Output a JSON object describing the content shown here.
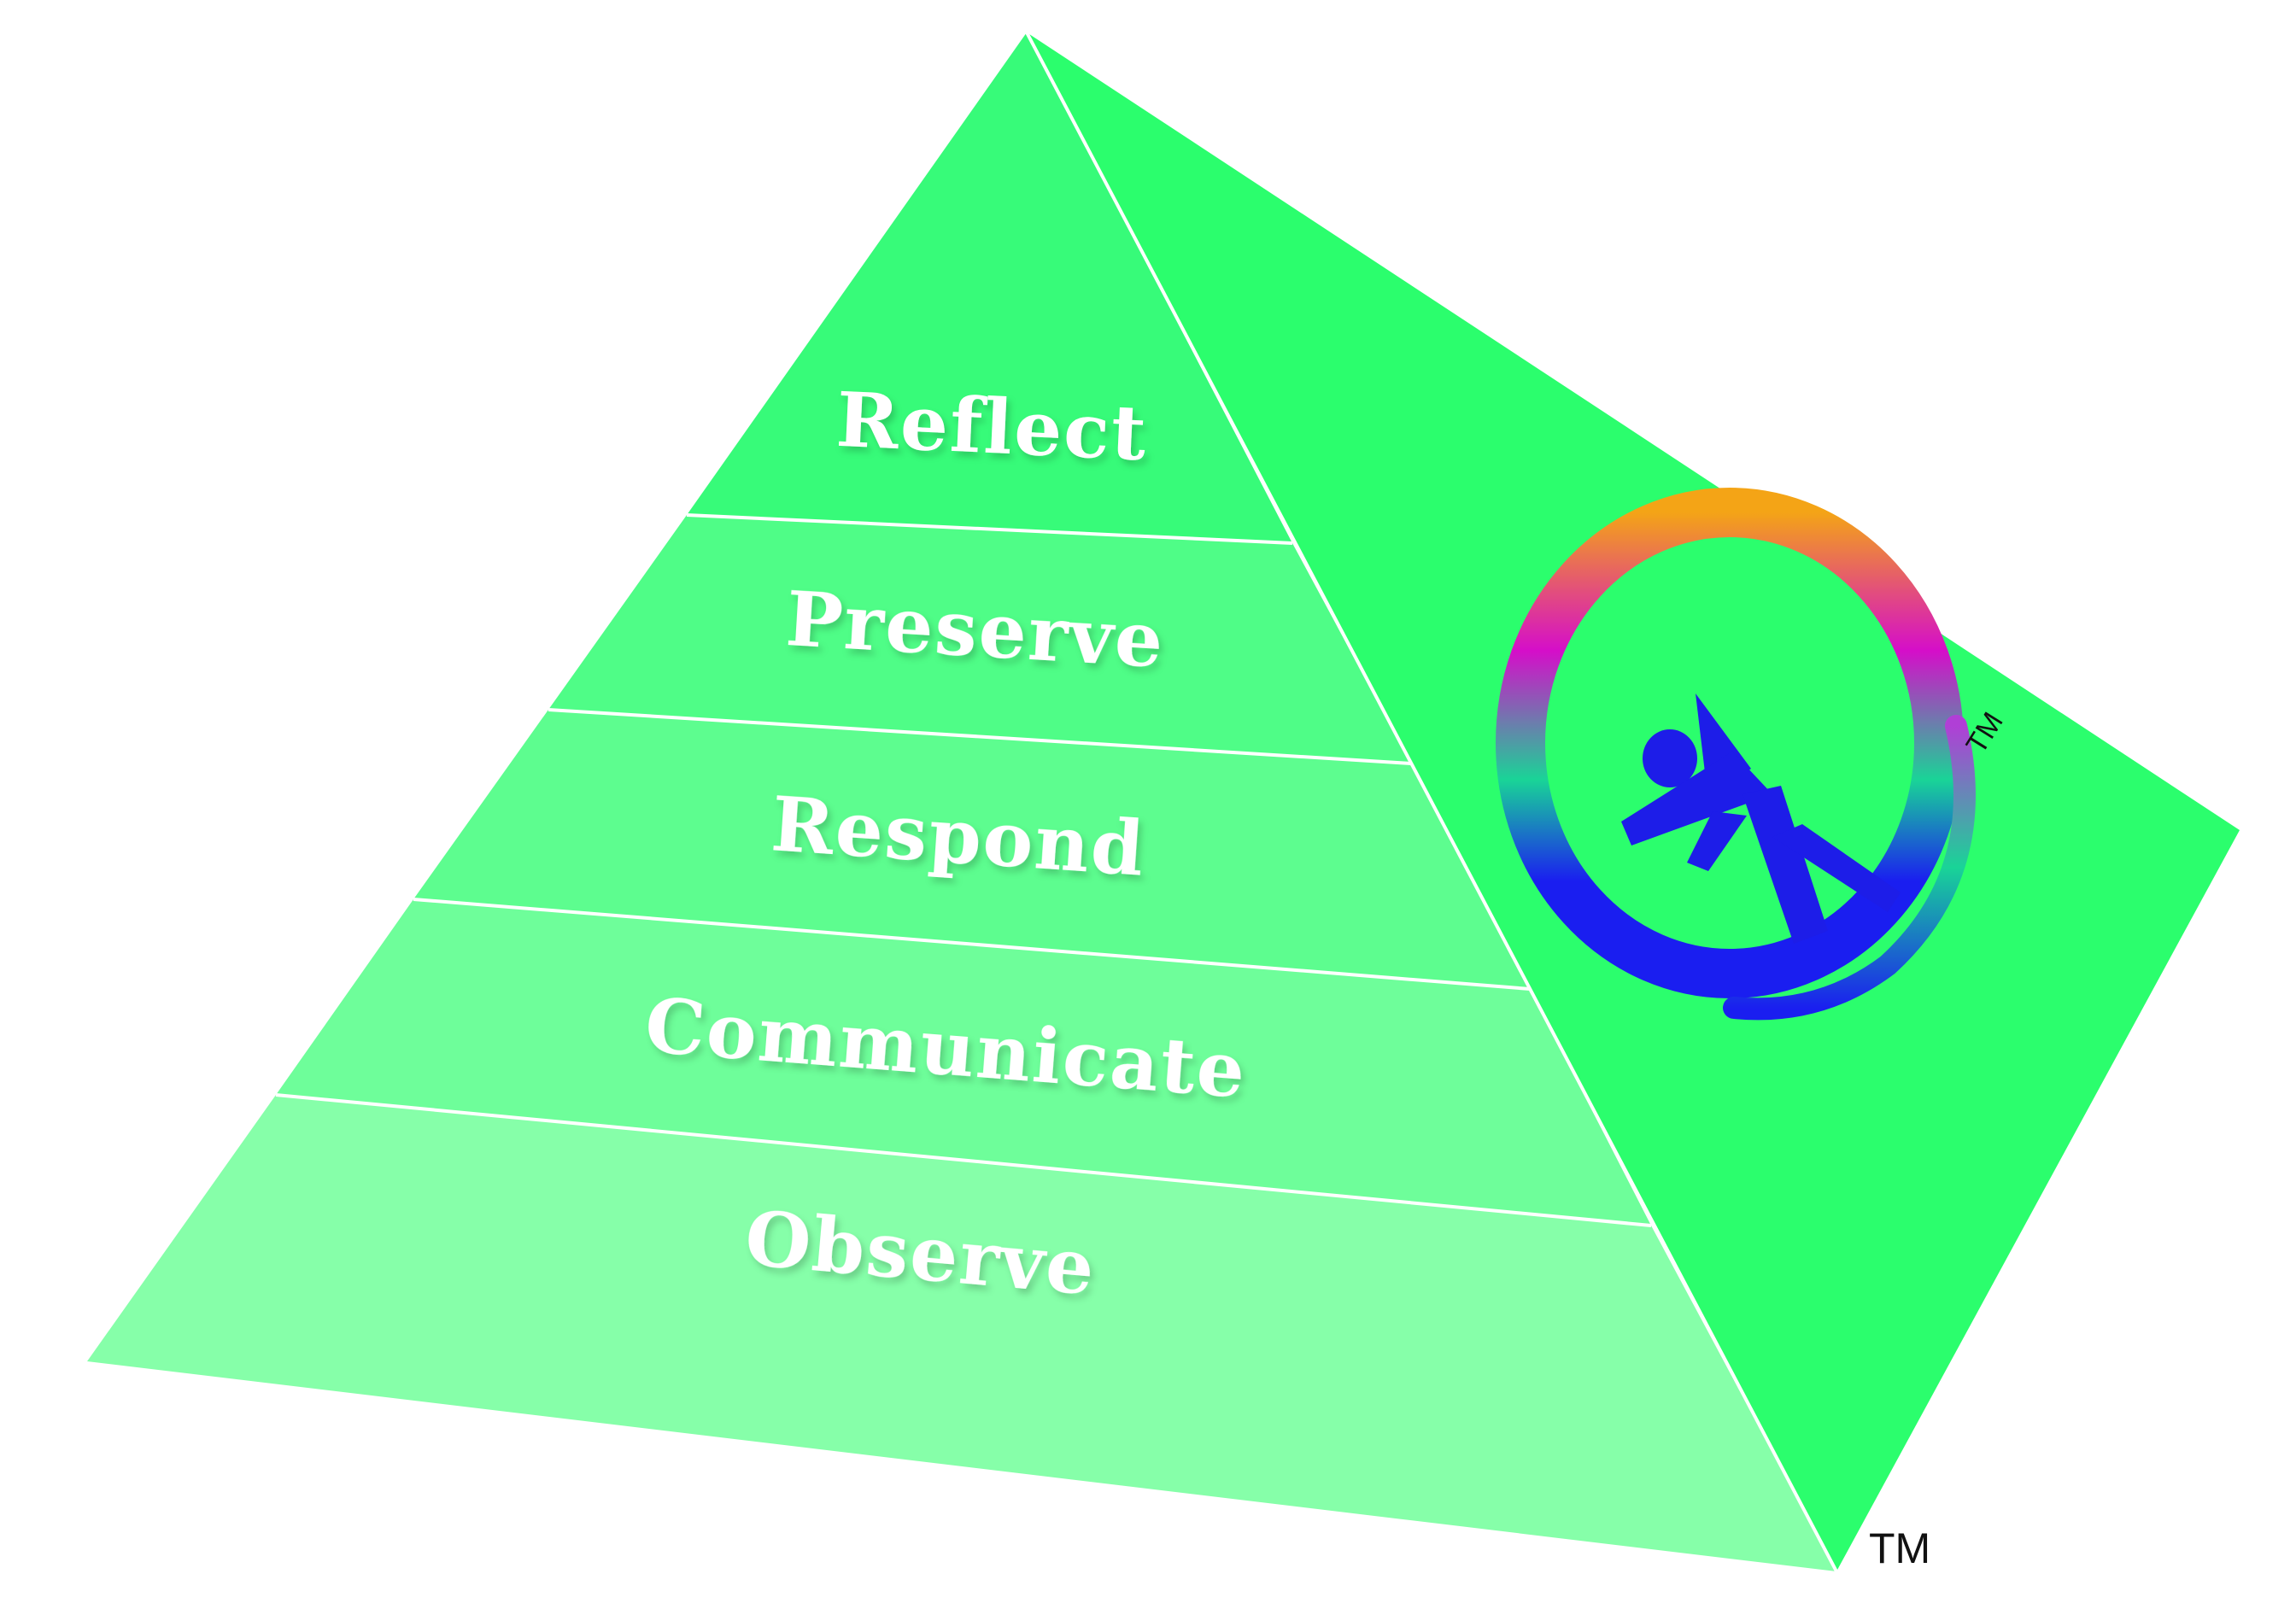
{
  "levels": [
    {
      "label": "Reflect",
      "color": "#37fb79"
    },
    {
      "label": "Preserve",
      "color": "#4ffd87"
    },
    {
      "label": "Respond",
      "color": "#5dfd8f"
    },
    {
      "label": "Communicate",
      "color": "#6efe9a"
    },
    {
      "label": "Observe",
      "color": "#86ffa9"
    }
  ],
  "side_face_color": "#2bfe6d",
  "edge_color": "#ffffff",
  "label_color": "#ffffff",
  "logo": {
    "icon": "person-in-rainbow-circle-logo",
    "ring_colors": [
      "#f4a416",
      "#d50ec9",
      "#19d497",
      "#1a1ef0"
    ],
    "figure_color": "#1d1de8",
    "trademark": "TM"
  },
  "trademark": "TM"
}
